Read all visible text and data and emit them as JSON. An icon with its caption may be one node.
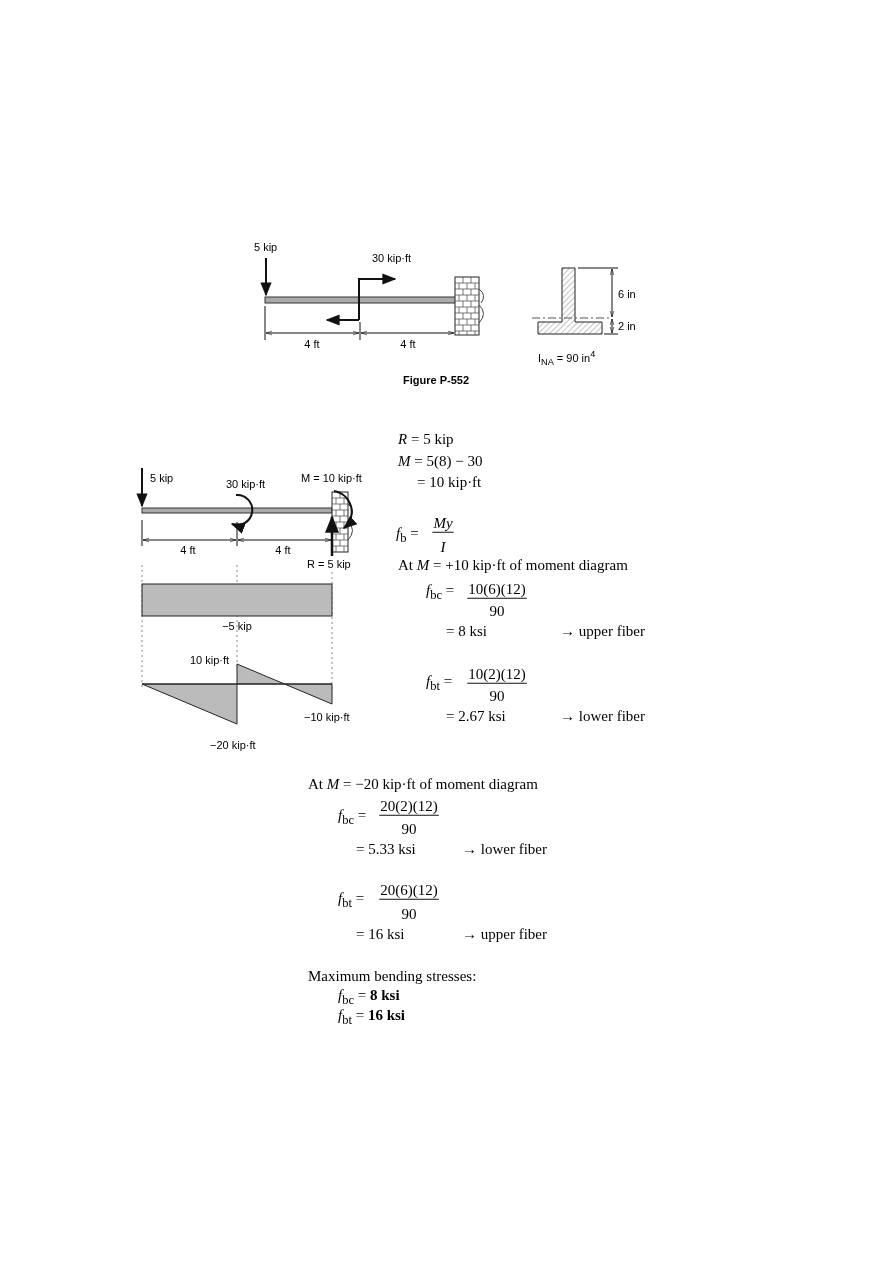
{
  "diagram": {
    "caption": "Figure P-552",
    "labels": [
      "5 kip",
      "30 kip·ft",
      "4 ft",
      "4 ft",
      "6 in",
      "2 in",
      "I$_{NA}$ = 90 in$^{4}$",
      "5 kip",
      "30 kip·ft",
      "M = 10 kip·ft",
      "4 ft",
      "4 ft",
      "R = 5 kip",
      "−5 kip",
      "10 kip·ft",
      "−10 kip·ft",
      "−20 kip·ft",
      "*R* = 5 kip",
      "*M* = 5(8) − 30",
      "= 10 kip·ft",
      "*f*$_{b}$ =",
      "My",
      "I",
      "At *M* = +10 kip·ft of moment diagram",
      "*f*$_{bc}$ =",
      "10(6)(12)",
      "90",
      "= 8 ksi",
      "→ upper fiber",
      "*f*$_{bt}$ =",
      "10(2)(12)",
      "90",
      "= 2.67 ksi",
      "→ lower fiber",
      "At *M* = −20 kip·ft of moment diagram",
      "*f*$_{bc}$ =",
      "20(2)(12)",
      "90",
      "= 5.33 ksi",
      "→ lower fiber",
      "*f*$_{bt}$ =",
      "20(6)(12)",
      "90",
      "= 16 ksi",
      "→ upper fiber",
      "Maximum bending stresses:",
      "*f*$_{bc}$ = **8 ksi**",
      "*f*$_{bt}$ = **16 ksi**"
    ]
  }
}
